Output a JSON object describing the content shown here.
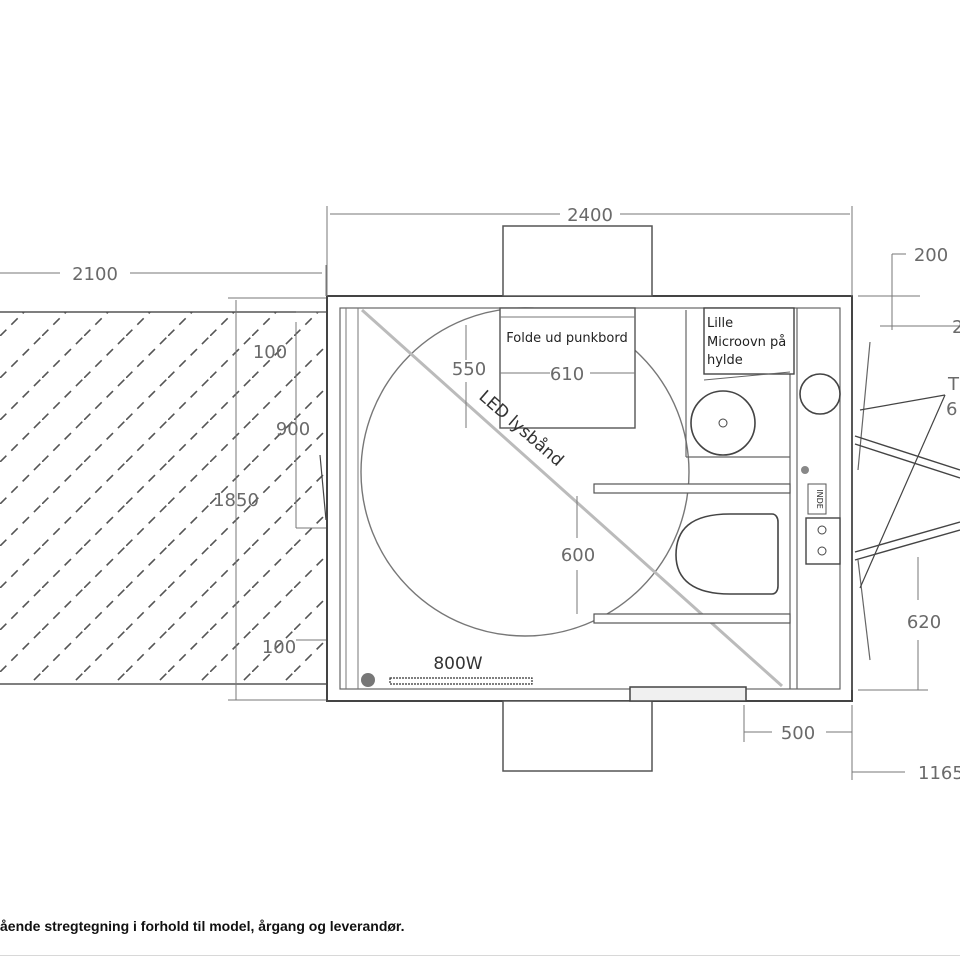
{
  "dimensions": {
    "width_total": "2400",
    "left_width": "2100",
    "top_right": "200",
    "top_right_cut": "2",
    "height_100_top": "100",
    "height_900": "900",
    "height_1850": "1850",
    "height_100_bottom": "100",
    "bench_depth": "550",
    "bench_width": "610",
    "toilet_span": "600",
    "right_620": "620",
    "bottom_500": "500",
    "bottom_right": "1165"
  },
  "labels": {
    "bench": "Folde ud punkbord",
    "microwave_line1": "Lille",
    "microwave_line2": "Microovn på",
    "microwave_line3": "hylde",
    "led": "LED lysbånd",
    "heater": "800W",
    "right_partial_1": "T",
    "right_partial_2": "6",
    "panel": "INDE"
  },
  "caption": "ående stregtegning i forhold til model, årgang og leverandør."
}
